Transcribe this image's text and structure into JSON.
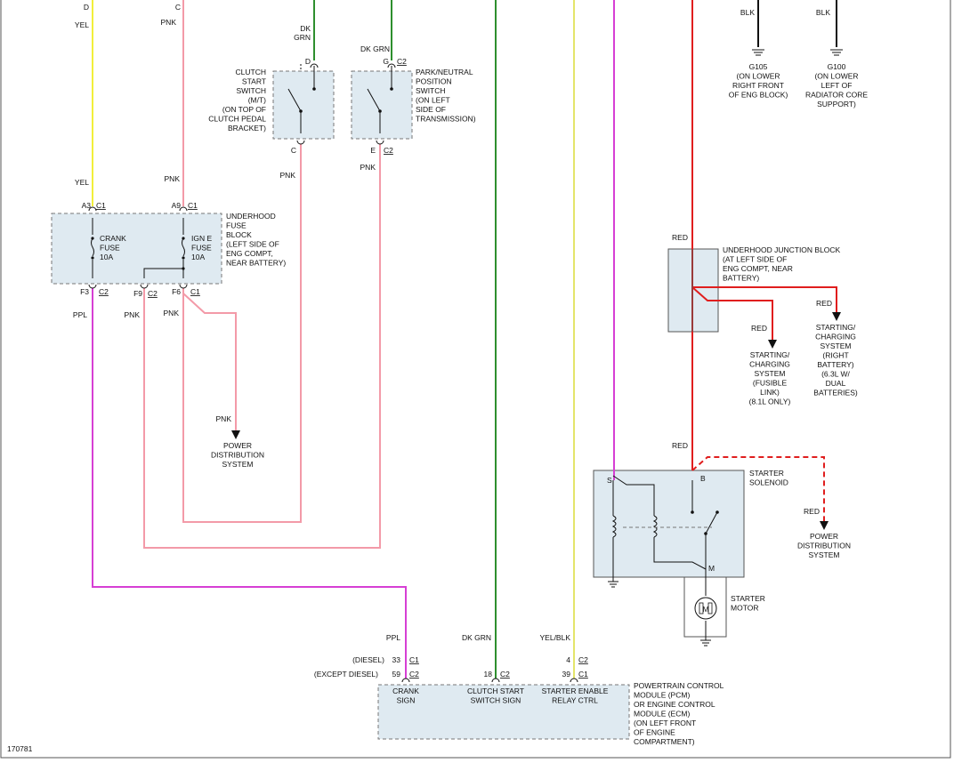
{
  "diagram_id": "170781",
  "wire_labels": {
    "yel": "YEL",
    "pnk": "PNK",
    "ppl": "PPL",
    "dk": "DK",
    "grn": "GRN",
    "dk_grn": "DK GRN",
    "yel_blk": "YEL/BLK",
    "red": "RED",
    "blk": "BLK"
  },
  "pins": {
    "d": "D",
    "c": "C",
    "g": "G",
    "e": "E",
    "a3": "A3",
    "a9": "A9",
    "f3": "F3",
    "f9": "F9",
    "f6": "F6",
    "c1": "C1",
    "c2": "C2",
    "s": "S",
    "b": "B",
    "m": "M",
    "n33": "33",
    "n59": "59",
    "n18": "18",
    "n4": "4",
    "n39": "39"
  },
  "grounds": {
    "g105": [
      "G105",
      "(ON LOWER",
      "RIGHT FRONT",
      "OF ENG BLOCK)"
    ],
    "g100": [
      "G100",
      "(ON LOWER",
      "LEFT OF",
      "RADIATOR CORE",
      "SUPPORT)"
    ]
  },
  "components": {
    "clutch_start_switch": [
      "CLUTCH",
      "START",
      "SWITCH",
      "(M/T)",
      "(ON TOP OF",
      "CLUTCH PEDAL",
      "BRACKET)"
    ],
    "park_neutral_switch": [
      "PARK/NEUTRAL",
      "POSITION",
      "SWITCH",
      "(ON LEFT",
      "SIDE OF",
      "TRANSMISSION)"
    ],
    "underhood_fuse_block": [
      "UNDERHOOD",
      "FUSE",
      "BLOCK",
      "(LEFT SIDE OF",
      "ENG COMPT,",
      "NEAR BATTERY)"
    ],
    "crank_fuse": [
      "CRANK",
      "FUSE",
      "10A"
    ],
    "ign_e_fuse": [
      "IGN E",
      "FUSE",
      "10A"
    ],
    "power_distribution": [
      "POWER",
      "DISTRIBUTION",
      "SYSTEM"
    ],
    "underhood_junction_block": [
      "UNDERHOOD JUNCTION BLOCK",
      "(AT LEFT SIDE OF",
      "ENG COMPT, NEAR",
      "BATTERY)"
    ],
    "starting_charging_fusible": [
      "STARTING/",
      "CHARGING",
      "SYSTEM",
      "(FUSIBLE",
      "LINK)",
      "(8.1L ONLY)"
    ],
    "starting_charging_right": [
      "STARTING/",
      "CHARGING",
      "SYSTEM",
      "(RIGHT",
      "BATTERY)",
      "(6.3L W/",
      "DUAL",
      "BATTERIES)"
    ],
    "starter_solenoid": [
      "STARTER",
      "SOLENOID"
    ],
    "starter_motor": [
      "STARTER",
      "MOTOR"
    ],
    "motor_symbol": "M",
    "pcm": [
      "POWERTRAIN CONTROL",
      "MODULE (PCM)",
      "OR ENGINE CONTROL",
      "MODULE (ECM)",
      "(ON LEFT FRONT",
      "OF ENGINE",
      "COMPARTMENT)"
    ],
    "crank_sign": [
      "CRANK",
      "SIGN"
    ],
    "clutch_start_sign": [
      "CLUTCH START",
      "SWITCH SIGN"
    ],
    "starter_enable": [
      "STARTER ENABLE",
      "RELAY CTRL"
    ]
  },
  "pcm_variants": {
    "diesel": "(DIESEL)",
    "except_diesel": "(EXCEPT DIESEL)"
  },
  "colors": {
    "yel": "#f2ee3a",
    "pnk": "#f39aa8",
    "ppl": "#d63fd4",
    "dk_grn": "#2e8f2e",
    "yel_blk": "#e4e56a",
    "red": "#e01e1e",
    "blk": "#111111"
  }
}
